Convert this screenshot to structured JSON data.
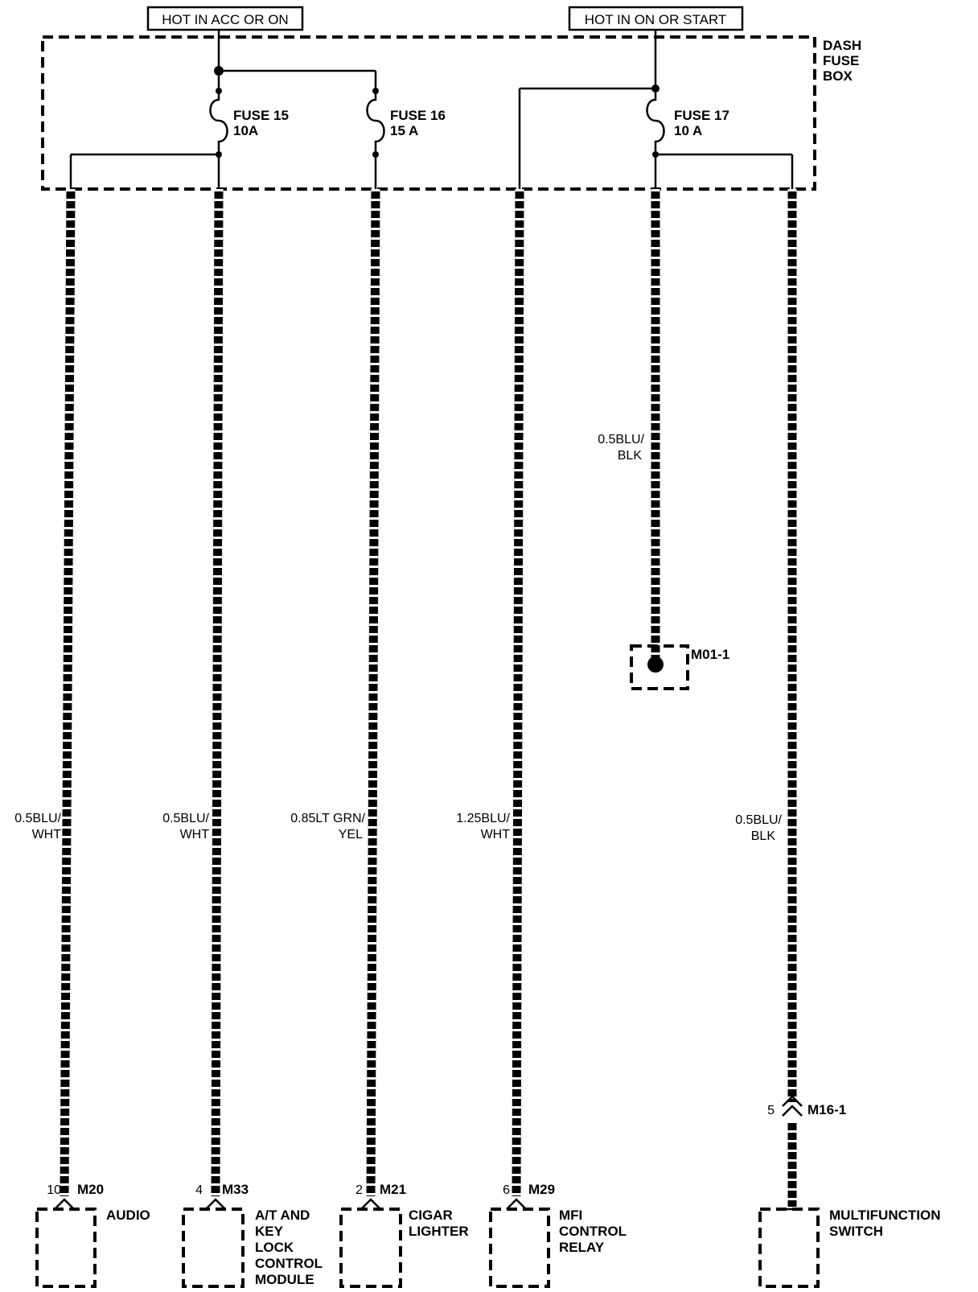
{
  "headers": {
    "acc_on": "HOT IN ACC OR ON",
    "on_start": "HOT IN ON OR START"
  },
  "fuse_box": {
    "line1": "DASH",
    "line2": "FUSE",
    "line3": "BOX"
  },
  "fuses": [
    {
      "name": "FUSE 15",
      "rating": "10A"
    },
    {
      "name": "FUSE 16",
      "rating": "15 A"
    },
    {
      "name": "FUSE 17",
      "rating": "10 A"
    }
  ],
  "wires": [
    {
      "line1": "0.5BLU/",
      "line2": "WHT"
    },
    {
      "line1": "0.5BLU/",
      "line2": "WHT"
    },
    {
      "line1": "0.85LT GRN/",
      "line2": "YEL"
    },
    {
      "line1": "1.25BLU/",
      "line2": "WHT"
    },
    {
      "line1": "0.5BLU/",
      "line2": "BLK"
    },
    {
      "line1": "0.5BLU/",
      "line2": "BLK"
    }
  ],
  "ground": {
    "connector": "M01-1"
  },
  "inline_connector": {
    "pin": "5",
    "connector": "M16-1"
  },
  "components": [
    {
      "pin": "10",
      "connector": "M20",
      "lines": [
        "AUDIO"
      ]
    },
    {
      "pin": "4",
      "connector": "M33",
      "lines": [
        "A/T AND",
        "KEY",
        "LOCK",
        "CONTROL",
        "MODULE"
      ]
    },
    {
      "pin": "2",
      "connector": "M21",
      "lines": [
        "CIGAR",
        "LIGHTER"
      ]
    },
    {
      "pin": "6",
      "connector": "M29",
      "lines": [
        "MFI",
        "CONTROL",
        "RELAY"
      ]
    },
    {
      "pin": "",
      "connector": "",
      "lines": [
        "MULTIFUNCTION",
        "SWITCH"
      ]
    }
  ]
}
